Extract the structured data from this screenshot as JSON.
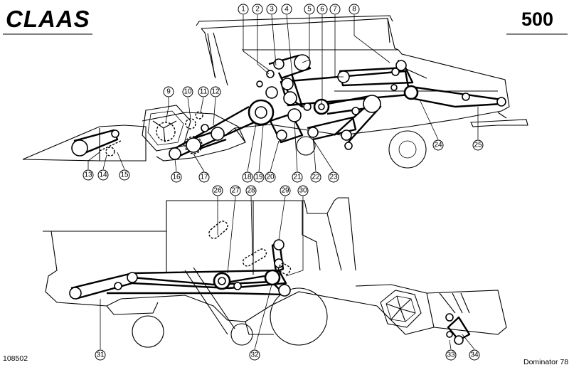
{
  "header": {
    "brand": "CLAAS",
    "model": "500"
  },
  "footer": {
    "drawing_number": "108502",
    "variant": "Dominator 78"
  },
  "callouts": [
    "1",
    "2",
    "3",
    "4",
    "5",
    "6",
    "7",
    "8",
    "9",
    "10",
    "11",
    "12",
    "13",
    "14",
    "15",
    "16",
    "17",
    "18",
    "19",
    "20",
    "21",
    "22",
    "23",
    "24",
    "25",
    "26",
    "27",
    "28",
    "29",
    "30",
    "31",
    "32",
    "33",
    "34"
  ]
}
